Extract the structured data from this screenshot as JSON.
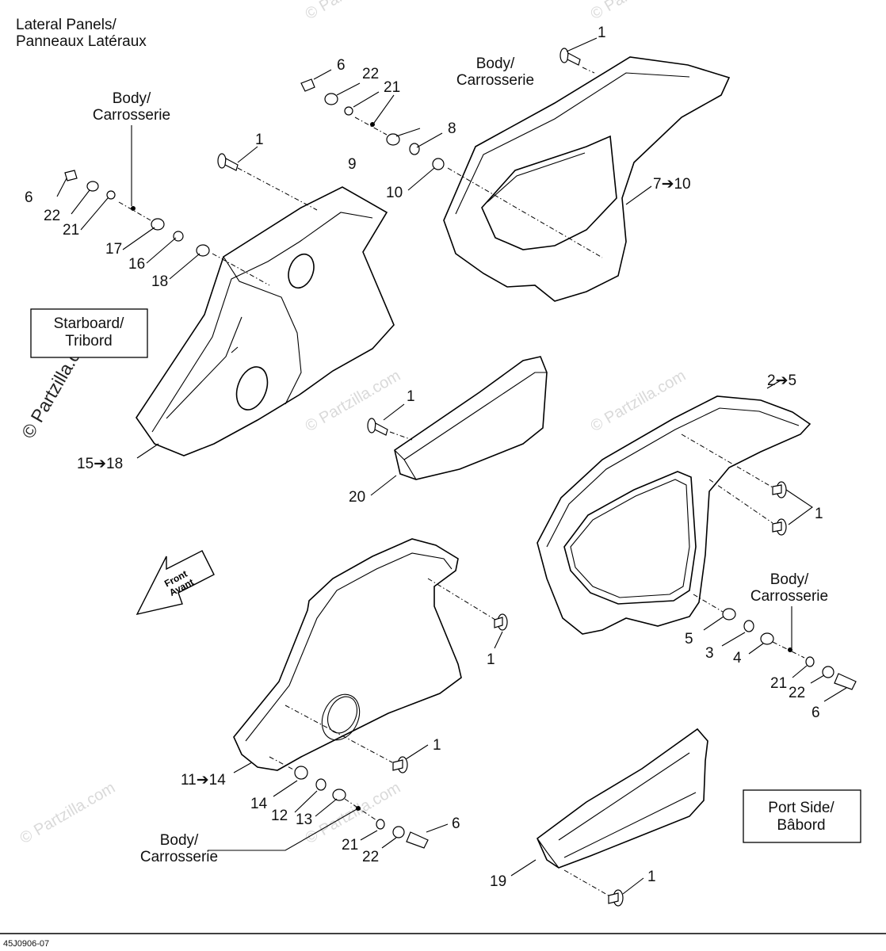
{
  "title": [
    "Lateral Panels/",
    "Panneaux Latéraux"
  ],
  "boxes": {
    "starboard": [
      "Starboard/",
      "Tribord"
    ],
    "port": [
      "Port Side/",
      "Bâbord"
    ]
  },
  "front_arrow": [
    "Front",
    "Avant"
  ],
  "body_label": [
    "Body/",
    "Carrosserie"
  ],
  "watermark_main": "© Partzilla.com",
  "watermark": "© Partzilla.com",
  "code": "45J0906-07",
  "callouts": {
    "tr_1": "1",
    "tr_6": "6",
    "tr_22": "22",
    "tr_21": "21",
    "tr_8": "8",
    "tr_9": "9",
    "tr_10": "10",
    "tr_7_10": "7➔10",
    "tl_1": "1",
    "tl_6": "6",
    "tl_22": "22",
    "tl_21": "21",
    "tl_17": "17",
    "tl_16": "16",
    "tl_18": "18",
    "tl_15_18": "15➔18",
    "mid_1": "1",
    "mid_20": "20",
    "mr_2_5": "2➔5",
    "mr_1": "1",
    "mr_5": "5",
    "mr_3": "3",
    "mr_4": "4",
    "mr_21": "21",
    "mr_22": "22",
    "mr_6": "6",
    "bl_1a": "1",
    "bl_1b": "1",
    "bl_11_14": "11➔14",
    "bl_14": "14",
    "bl_12": "12",
    "bl_13": "13",
    "bl_21": "21",
    "bl_22": "22",
    "bl_6": "6",
    "br_1": "1",
    "br_19": "19"
  }
}
